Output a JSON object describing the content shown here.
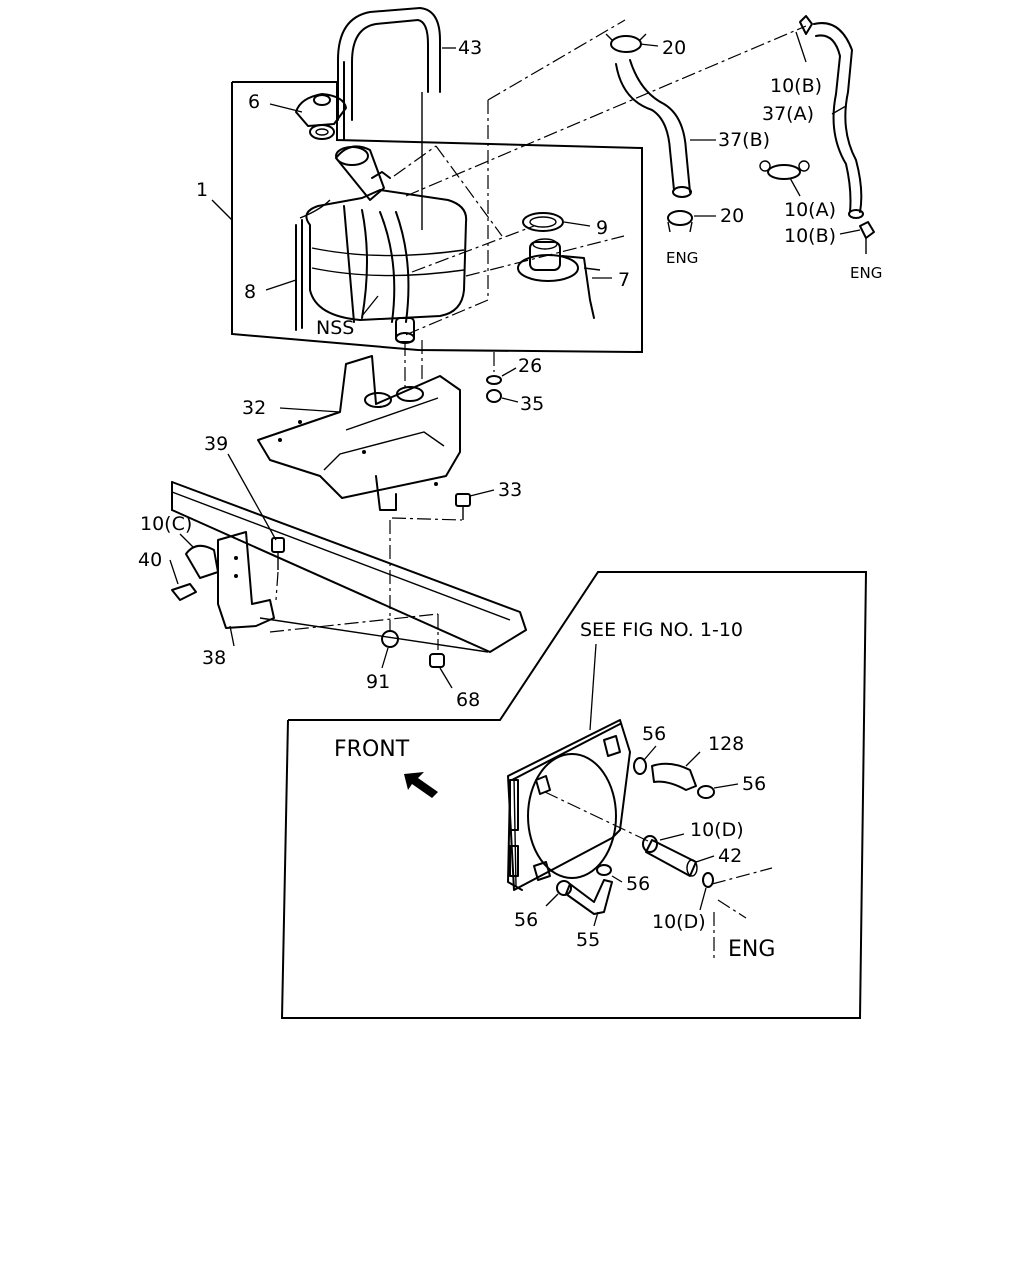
{
  "labels": {
    "l1": "1",
    "l6": "6",
    "l43": "43",
    "l20a": "20",
    "l20b": "20",
    "l10b_top": "10(B)",
    "l37a": "37(A)",
    "l37b": "37(B)",
    "l10a": "10(A)",
    "l10b_bot": "10(B)",
    "l9": "9",
    "l7": "7",
    "l8": "8",
    "nss": "NSS",
    "eng_hose": "ENG",
    "eng_right": "ENG",
    "l26": "26",
    "l35": "35",
    "l32": "32",
    "l33": "33",
    "l39": "39",
    "l10c": "10(C)",
    "l40": "40",
    "l38": "38",
    "l91": "91",
    "l68": "68",
    "see_fig": "SEE FIG NO. 1-10",
    "front": "FRONT",
    "l56a": "56",
    "l128": "128",
    "l56b": "56",
    "l10d_a": "10(D)",
    "l42": "42",
    "l56c": "56",
    "l56d": "56",
    "l55": "55",
    "l10d_b": "10(D)",
    "eng_big": "ENG"
  },
  "icons": {
    "front_arrow": "arrow-up-left-icon"
  }
}
